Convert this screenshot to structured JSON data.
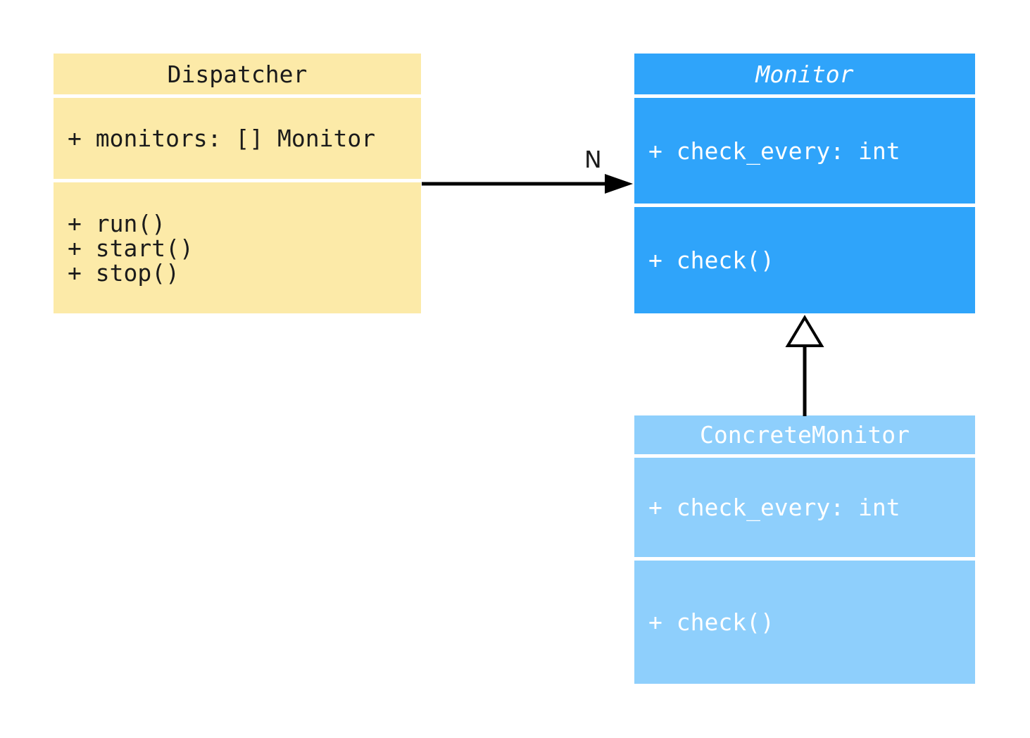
{
  "diagram": {
    "type": "uml-class-diagram",
    "background": "#ffffff",
    "classes": {
      "dispatcher": {
        "name": "Dispatcher",
        "fill": "#FCEAA8",
        "text_color": "#1b1b1b",
        "attributes": [
          "+ monitors: [] Monitor"
        ],
        "methods": [
          "+ run()",
          "+ start()",
          "+ stop()"
        ]
      },
      "monitor": {
        "name": "Monitor",
        "abstract": true,
        "fill": "#2FA4FA",
        "text_color": "#ffffff",
        "attributes": [
          "+ check_every: int"
        ],
        "methods": [
          "+ check()"
        ]
      },
      "concrete_monitor": {
        "name": "ConcreteMonitor",
        "fill": "#8ECFFC",
        "text_color": "#ffffff",
        "attributes": [
          "+ check_every: int"
        ],
        "methods": [
          "+ check()"
        ]
      }
    },
    "relations": {
      "association": {
        "from": "Dispatcher",
        "to": "Monitor",
        "multiplicity_label": "N",
        "line_color": "#000000"
      },
      "inheritance": {
        "from": "ConcreteMonitor",
        "to": "Monitor",
        "line_color": "#000000"
      }
    }
  }
}
